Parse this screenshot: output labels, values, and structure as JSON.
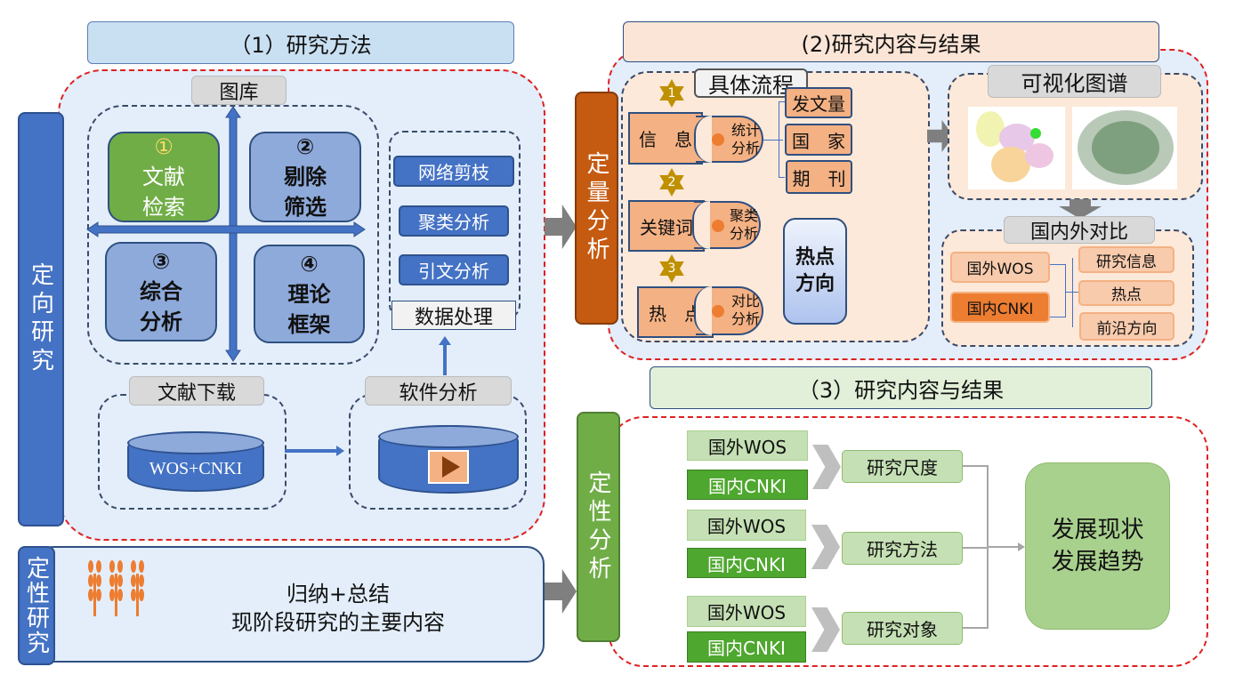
{
  "section1": {
    "title": "（1）研究方法",
    "bar": "定向研究",
    "gallery_label": "图库",
    "quads": [
      {
        "num": "①",
        "text": [
          "文献",
          "检索"
        ]
      },
      {
        "num": "②",
        "text": [
          "剔除",
          "筛选"
        ]
      },
      {
        "num": "③",
        "text": [
          "综合",
          "分析"
        ]
      },
      {
        "num": "④",
        "text": [
          "理论",
          "框架"
        ]
      }
    ],
    "processing": [
      "网络剪枝",
      "聚类分析",
      "引文分析"
    ],
    "processing_label": "数据处理",
    "download_label": "文献下载",
    "database": "WOS+CNKI",
    "software_label": "软件分析",
    "play_icon": "play-icon"
  },
  "qualitative": {
    "bar": "定性研究",
    "line1": "归纳+总结",
    "line2": "现阶段研究的主要内容",
    "icon": "wheat-icon"
  },
  "section2": {
    "title": "(2)研究内容与结果",
    "bar": "定量分析",
    "flow_label": "具体流程",
    "steps": [
      {
        "star": "1",
        "box": "信　息",
        "method": [
          "统计",
          "分析"
        ]
      },
      {
        "star": "2",
        "box": "关键词",
        "method": [
          "聚类",
          "分析"
        ]
      },
      {
        "star": "3",
        "box": "热　点",
        "method": [
          "对比",
          "分析"
        ]
      }
    ],
    "outputs": [
      "发文量",
      "国　家",
      "期　刊"
    ],
    "hotspot": [
      "热点",
      "方向"
    ],
    "vis_label": "可视化图谱",
    "compare_label": "国内外对比",
    "sources": [
      "国外WOS",
      "国内CNKI"
    ],
    "compare_items": [
      "研究信息",
      "热点",
      "前沿方向"
    ]
  },
  "section3": {
    "title": "（3）研究内容与结果",
    "bar": "定性分析",
    "groups": [
      {
        "a": "国外WOS",
        "b": "国内CNKI",
        "result": "研究尺度"
      },
      {
        "a": "国外WOS",
        "b": "国内CNKI",
        "result": "研究方法"
      },
      {
        "a": "国外WOS",
        "b": "国内CNKI",
        "result": "研究对象"
      }
    ],
    "final": [
      "发展现状",
      "发展趋势"
    ]
  },
  "colors": {
    "blue": "#4472c4",
    "orange": "#c55a11",
    "green": "#70ad47",
    "red_dash": "#e02020"
  }
}
